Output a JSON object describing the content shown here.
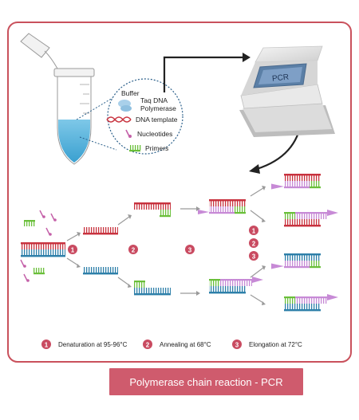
{
  "colors": {
    "frame": "#c9515c",
    "step_badge": "#c94b61",
    "red_strand": "#c8323e",
    "blue_strand": "#2d7fa9",
    "green_primer": "#6abf3a",
    "pink_strand": "#c78ad6",
    "caption_bg": "#cf5b6d"
  },
  "tube_callout": {
    "buffer": "Buffer",
    "taq_line1": "Taq DNA",
    "taq_line2": "Polymerase",
    "dna_template": "DNA template",
    "nucleotides": "Nucleotides",
    "primers": "Primers"
  },
  "thermocycler": {
    "screen_text": "PCR"
  },
  "steps": {
    "badges": [
      "1",
      "2",
      "3"
    ],
    "legend": [
      {
        "number": "1",
        "label": "Denaturation at 95-96°C"
      },
      {
        "number": "2",
        "label": "Annealing at 68°C"
      },
      {
        "number": "3",
        "label": "Elongation at 72°C"
      }
    ]
  },
  "caption": "Polymerase chain reaction - PCR"
}
